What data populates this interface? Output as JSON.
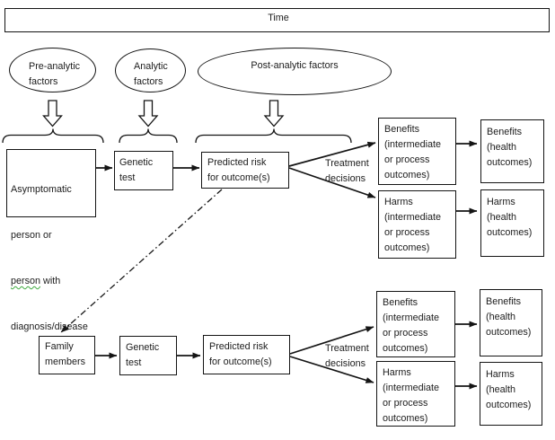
{
  "colors": {
    "line": "#141414",
    "text": "#1c1c1c",
    "background": "#ffffff",
    "spellcheck_underline": "#3faa3f"
  },
  "timeline": {
    "label": "Time"
  },
  "factor_ovals": {
    "pre_analytic": "Pre-analytic\nfactors",
    "analytic": "Analytic\nfactors",
    "post_analytic": "Post-analytic factors"
  },
  "row1": {
    "population": {
      "line1": "Asymptomatic",
      "line2": "person or",
      "line3_flagged": "person",
      "line3_rest": " with",
      "line4": "diagnosis/disease"
    },
    "genetic_test": "Genetic\ntest",
    "predicted_risk": "Predicted risk\nfor outcome(s)",
    "treatment_decisions": "Treatment\ndecisions",
    "benefits_intermediate": "Benefits\n(intermediate\nor process\noutcomes)",
    "benefits_health": "Benefits\n(health\noutcomes)",
    "harms_intermediate": "Harms\n(intermediate\nor process\noutcomes)",
    "harms_health": "Harms\n(health\noutcomes)"
  },
  "row2": {
    "family_members": "Family\nmembers",
    "genetic_test": "Genetic\ntest",
    "predicted_risk": "Predicted risk\nfor outcome(s)",
    "treatment_decisions": "Treatment\ndecisions",
    "benefits_intermediate": "Benefits\n(intermediate\nor process\noutcomes)",
    "benefits_health": "Benefits\n(health\noutcomes)",
    "harms_intermediate": "Harms\n(intermediate\nor process\noutcomes)",
    "harms_health": "Harms\n(health\noutcomes)"
  }
}
